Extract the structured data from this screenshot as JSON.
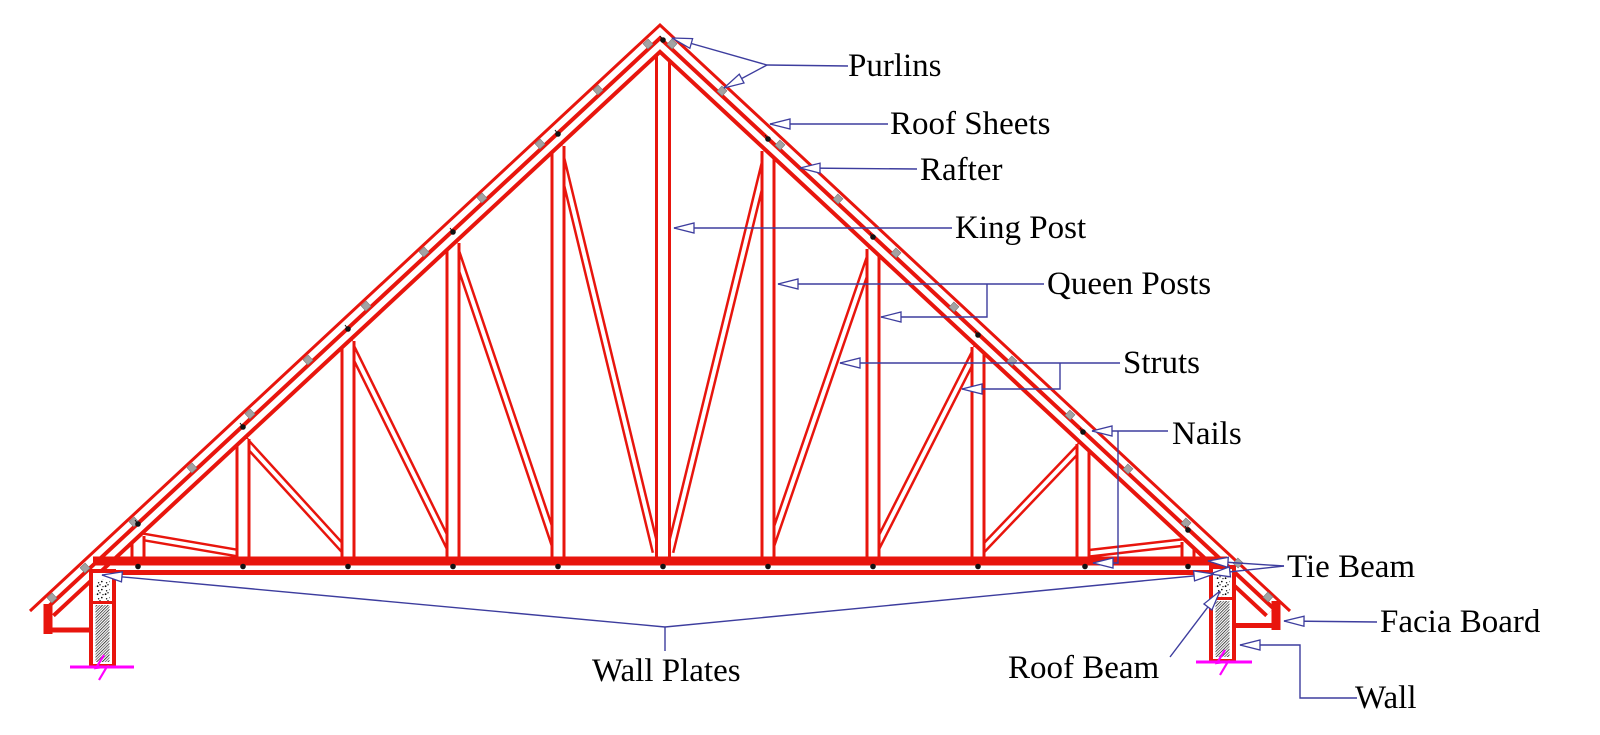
{
  "diagram": {
    "type": "king-post-roof-truss-section",
    "labels": {
      "purlins": "Purlins",
      "roof_sheets": "Roof Sheets",
      "rafter": "Rafter",
      "king_post": "King Post",
      "queen_posts": "Queen Posts",
      "struts": "Struts",
      "nails": "Nails",
      "tie_beam": "Tie Beam",
      "facia_board": "Facia Board",
      "wall_plates": "Wall Plates",
      "roof_beam": "Roof Beam",
      "wall": "Wall"
    },
    "colors": {
      "member_red": "#e8150d",
      "leader_blue": "#3d3d9e",
      "label_text": "#000000",
      "ground_magenta": "#ff00ff",
      "purlin_gray": "#a3a3a3",
      "nail_black": "#111111",
      "background": "#ffffff"
    }
  }
}
